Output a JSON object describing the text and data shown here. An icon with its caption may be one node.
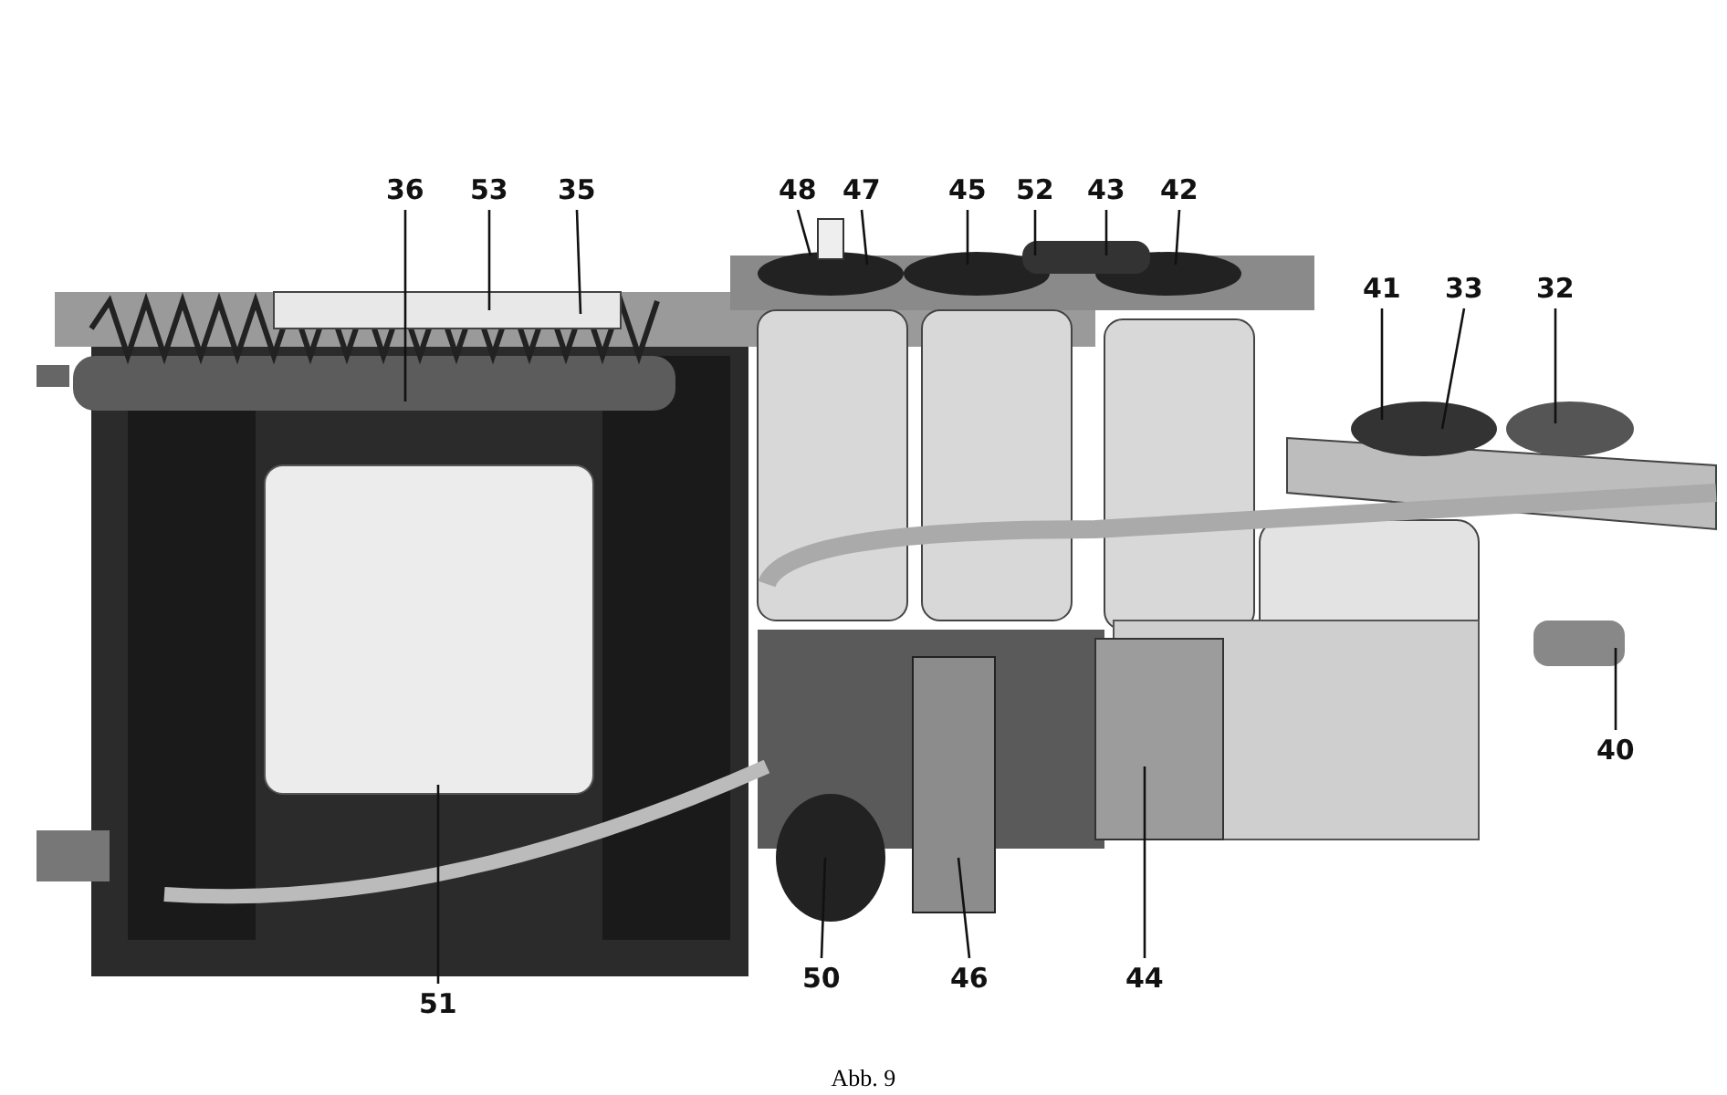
{
  "diagram": {
    "caption": "Abb. 9",
    "nodes": [
      {
        "text": [
          "36"
        ]
      },
      {
        "text": [
          "53"
        ]
      },
      {
        "text": [
          "35"
        ]
      },
      {
        "text": [
          "48"
        ]
      },
      {
        "text": [
          "47"
        ]
      },
      {
        "text": [
          "45"
        ]
      },
      {
        "text": [
          "52"
        ]
      },
      {
        "text": [
          "43"
        ]
      },
      {
        "text": [
          "42"
        ]
      },
      {
        "text": [
          "41"
        ]
      },
      {
        "text": [
          "33"
        ]
      },
      {
        "text": [
          "32"
        ]
      },
      {
        "text": [
          "40"
        ]
      },
      {
        "text": [
          "51"
        ]
      },
      {
        "text": [
          "50"
        ]
      },
      {
        "text": [
          "46"
        ]
      },
      {
        "text": [
          "44"
        ]
      }
    ],
    "edges": [
      {
        "from": 0,
        "to": null,
        "arrow": "none"
      },
      {
        "from": 1,
        "to": null,
        "arrow": "none"
      },
      {
        "from": 2,
        "to": null,
        "arrow": "none"
      },
      {
        "from": 3,
        "to": null,
        "arrow": "none"
      },
      {
        "from": 4,
        "to": null,
        "arrow": "none"
      },
      {
        "from": 5,
        "to": null,
        "arrow": "none"
      },
      {
        "from": 6,
        "to": null,
        "arrow": "none"
      },
      {
        "from": 7,
        "to": null,
        "arrow": "none"
      },
      {
        "from": 8,
        "to": null,
        "arrow": "none"
      },
      {
        "from": 9,
        "to": null,
        "arrow": "none"
      },
      {
        "from": 10,
        "to": null,
        "arrow": "none"
      },
      {
        "from": 11,
        "to": null,
        "arrow": "none"
      },
      {
        "from": 12,
        "to": null,
        "arrow": "none"
      },
      {
        "from": 13,
        "to": null,
        "arrow": "none"
      },
      {
        "from": 14,
        "to": null,
        "arrow": "none"
      },
      {
        "from": 15,
        "to": null,
        "arrow": "none"
      },
      {
        "from": 16,
        "to": null,
        "arrow": "none"
      }
    ]
  }
}
